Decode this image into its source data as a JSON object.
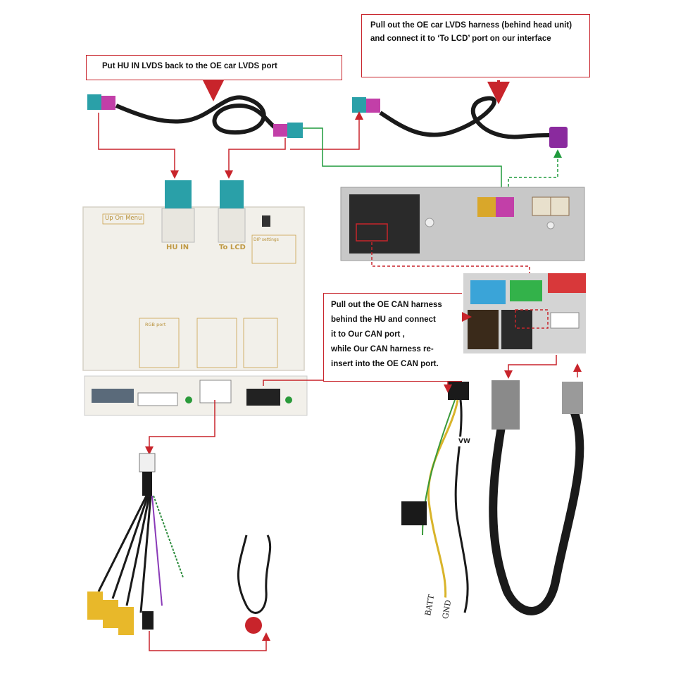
{
  "callouts": {
    "lvds_back": "Put HU IN LVDS back to the OE car LVDS port",
    "oe_lvds": "Pull out the OE car LVDS harness (behind head unit) and connect it to ‘To LCD’ port on  our   interface",
    "can_lines": [
      "Pull out the OE CAN harness",
      "behind the HU  and connect",
      "it to Our  CAN port ,",
      "while Our  CAN harness re-",
      "insert into the OE CAN port."
    ]
  },
  "module": {
    "menu_label": "Up On Menu",
    "hu_in": "HU IN",
    "to_lcd": "To LCD",
    "rgb_port": "RGB port",
    "dip": "DIP settings"
  },
  "cable_tags": {
    "vw": "VW",
    "batt": "BATT",
    "gnd": "GND"
  },
  "colors": {
    "annotation_red": "#c8242b",
    "annotation_green": "#1f9a3c",
    "fakra_teal": "#2aa0a8",
    "fakra_pink": "#c23fa8",
    "fakra_violet": "#8a2a9e",
    "fakra_yellow": "#d9a72a"
  }
}
